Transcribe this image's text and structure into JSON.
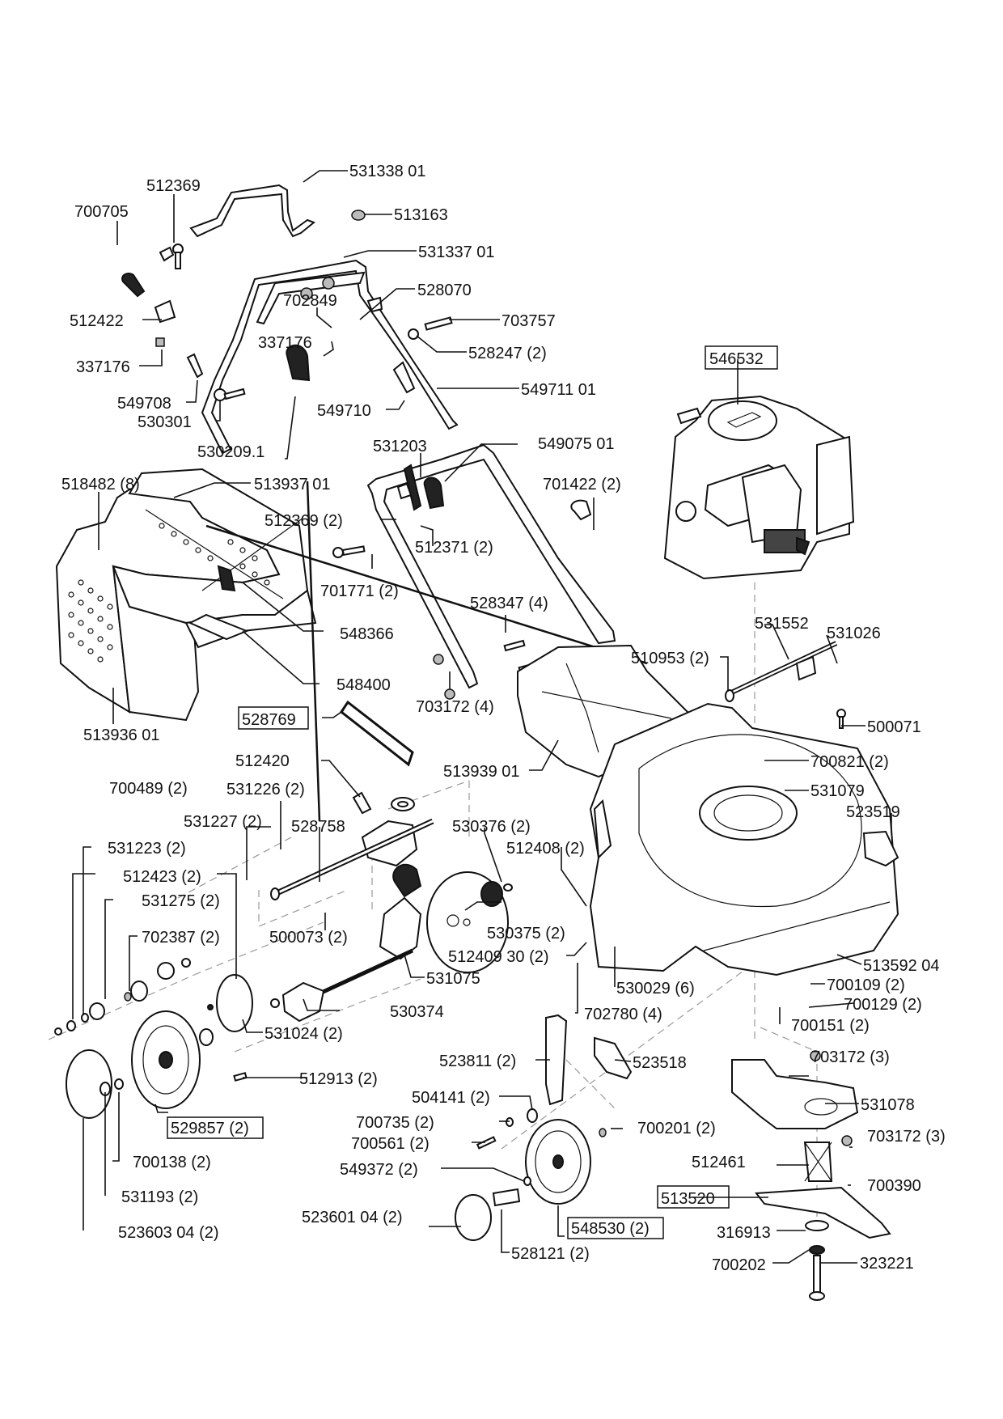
{
  "diagram": {
    "title": "Lawn mower exploded parts diagram",
    "labels": [
      {
        "id": "p531338",
        "text": "531338 01",
        "boxed": false
      },
      {
        "id": "p512369a",
        "text": "512369",
        "boxed": false
      },
      {
        "id": "p700705",
        "text": "700705",
        "boxed": false
      },
      {
        "id": "p513163",
        "text": "513163",
        "boxed": false
      },
      {
        "id": "p531337",
        "text": "531337 01",
        "boxed": false
      },
      {
        "id": "p528070",
        "text": "528070",
        "boxed": false
      },
      {
        "id": "p702849",
        "text": "702849",
        "boxed": false
      },
      {
        "id": "p703757",
        "text": "703757",
        "boxed": false
      },
      {
        "id": "p512422",
        "text": "512422",
        "boxed": false
      },
      {
        "id": "p337176a",
        "text": "337176",
        "boxed": false
      },
      {
        "id": "p528247",
        "text": "528247 (2)",
        "boxed": false
      },
      {
        "id": "p337176b",
        "text": "337176",
        "boxed": false
      },
      {
        "id": "p546532",
        "text": "546532",
        "boxed": true
      },
      {
        "id": "p549708",
        "text": "549708",
        "boxed": false
      },
      {
        "id": "p549710",
        "text": "549710",
        "boxed": false
      },
      {
        "id": "p549711",
        "text": "549711 01",
        "boxed": false
      },
      {
        "id": "p530301",
        "text": "530301",
        "boxed": false
      },
      {
        "id": "p530209",
        "text": "530209.1",
        "boxed": false
      },
      {
        "id": "p531203",
        "text": "531203",
        "boxed": false
      },
      {
        "id": "p549075",
        "text": "549075 01",
        "boxed": false
      },
      {
        "id": "p518482",
        "text": "518482 (8)",
        "boxed": false
      },
      {
        "id": "p513937",
        "text": "513937 01",
        "boxed": false
      },
      {
        "id": "p701422",
        "text": "701422 (2)",
        "boxed": false
      },
      {
        "id": "p512369b",
        "text": "512369 (2)",
        "boxed": false
      },
      {
        "id": "p512371",
        "text": "512371 (2)",
        "boxed": false
      },
      {
        "id": "p701771",
        "text": "701771 (2)",
        "boxed": false
      },
      {
        "id": "p528347",
        "text": "528347 (4)",
        "boxed": false
      },
      {
        "id": "p548366",
        "text": "548366",
        "boxed": false
      },
      {
        "id": "p531552",
        "text": "531552",
        "boxed": false
      },
      {
        "id": "p531026",
        "text": "531026",
        "boxed": false
      },
      {
        "id": "p510953",
        "text": "510953 (2)",
        "boxed": false
      },
      {
        "id": "p548400",
        "text": "548400",
        "boxed": false
      },
      {
        "id": "p703172a",
        "text": "703172 (4)",
        "boxed": false
      },
      {
        "id": "p500071",
        "text": "500071",
        "boxed": false
      },
      {
        "id": "p513936",
        "text": "513936 01",
        "boxed": false
      },
      {
        "id": "p528769",
        "text": "528769",
        "boxed": true
      },
      {
        "id": "p700821",
        "text": "700821 (2)",
        "boxed": false
      },
      {
        "id": "p513939",
        "text": "513939 01",
        "boxed": false
      },
      {
        "id": "p512420",
        "text": "512420",
        "boxed": false
      },
      {
        "id": "p531079",
        "text": "531079",
        "boxed": false
      },
      {
        "id": "p700489",
        "text": "700489 (2)",
        "boxed": false
      },
      {
        "id": "p531226",
        "text": "531226 (2)",
        "boxed": false
      },
      {
        "id": "p523519",
        "text": "523519",
        "boxed": false
      },
      {
        "id": "p531227",
        "text": "531227 (2)",
        "boxed": false
      },
      {
        "id": "p528758",
        "text": "528758",
        "boxed": false
      },
      {
        "id": "p530376",
        "text": "530376 (2)",
        "boxed": false
      },
      {
        "id": "p531223",
        "text": "531223 (2)",
        "boxed": false
      },
      {
        "id": "p512408",
        "text": "512408 (2)",
        "boxed": false
      },
      {
        "id": "p512423",
        "text": "512423 (2)",
        "boxed": false
      },
      {
        "id": "p531275",
        "text": "531275 (2)",
        "boxed": false
      },
      {
        "id": "p500073",
        "text": "500073 (2)",
        "boxed": false
      },
      {
        "id": "p530375",
        "text": "530375 (2)",
        "boxed": false
      },
      {
        "id": "p702387",
        "text": "702387 (2)",
        "boxed": false
      },
      {
        "id": "p512409",
        "text": "512409 30 (2)",
        "boxed": false
      },
      {
        "id": "p513592",
        "text": "513592 04",
        "boxed": false
      },
      {
        "id": "p531075",
        "text": "531075",
        "boxed": false
      },
      {
        "id": "p700109",
        "text": "700109 (2)",
        "boxed": false
      },
      {
        "id": "p530029",
        "text": "530029 (6)",
        "boxed": false
      },
      {
        "id": "p530374",
        "text": "530374",
        "boxed": false
      },
      {
        "id": "p700129",
        "text": "700129 (2)",
        "boxed": false
      },
      {
        "id": "p702780",
        "text": "702780 (4)",
        "boxed": false
      },
      {
        "id": "p700151",
        "text": "700151 (2)",
        "boxed": false
      },
      {
        "id": "p531024",
        "text": "531024 (2)",
        "boxed": false
      },
      {
        "id": "p523811",
        "text": "523811 (2)",
        "boxed": false
      },
      {
        "id": "p523518",
        "text": "523518",
        "boxed": false
      },
      {
        "id": "p703172b",
        "text": "703172 (3)",
        "boxed": false
      },
      {
        "id": "p512913",
        "text": "512913 (2)",
        "boxed": false
      },
      {
        "id": "p504141",
        "text": "504141 (2)",
        "boxed": false
      },
      {
        "id": "p531078",
        "text": "531078",
        "boxed": false
      },
      {
        "id": "p529857",
        "text": "529857 (2)",
        "boxed": true
      },
      {
        "id": "p700735",
        "text": "700735 (2)",
        "boxed": false
      },
      {
        "id": "p700201",
        "text": "700201 (2)",
        "boxed": false
      },
      {
        "id": "p700561",
        "text": "700561 (2)",
        "boxed": false
      },
      {
        "id": "p703172c",
        "text": "703172 (3)",
        "boxed": false
      },
      {
        "id": "p700138",
        "text": "700138 (2)",
        "boxed": false
      },
      {
        "id": "p512461",
        "text": "512461",
        "boxed": false
      },
      {
        "id": "p549372",
        "text": "549372 (2)",
        "boxed": false
      },
      {
        "id": "p700390",
        "text": "700390",
        "boxed": false
      },
      {
        "id": "p513520",
        "text": "513520",
        "boxed": true
      },
      {
        "id": "p531193",
        "text": "531193 (2)",
        "boxed": false
      },
      {
        "id": "p523601",
        "text": "523601 04 (2)",
        "boxed": false
      },
      {
        "id": "p548530",
        "text": "548530 (2)",
        "boxed": true
      },
      {
        "id": "p316913",
        "text": "316913",
        "boxed": false
      },
      {
        "id": "p523603",
        "text": "523603 04 (2)",
        "boxed": false
      },
      {
        "id": "p700202",
        "text": "700202",
        "boxed": false
      },
      {
        "id": "p323221",
        "text": "323221",
        "boxed": false
      },
      {
        "id": "p528121",
        "text": "528121 (2)",
        "boxed": false
      }
    ]
  }
}
